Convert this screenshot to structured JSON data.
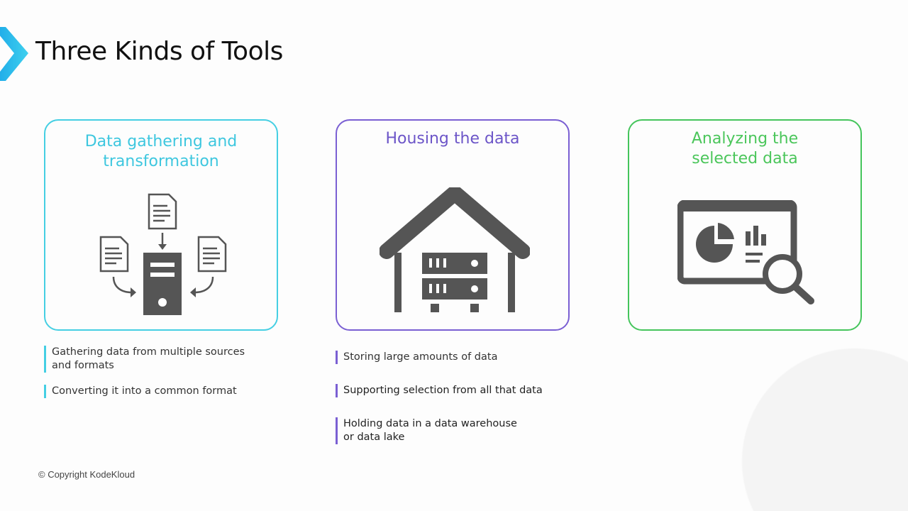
{
  "title": "Three Kinds of Tools",
  "cards": [
    {
      "title_line1": "Data gathering and",
      "title_line2": "transformation",
      "icon": "documents-to-server-icon",
      "bullets": [
        "Gathering data from multiple sources",
        "and formats",
        "Converting it into a common format"
      ]
    },
    {
      "title": "Housing the data",
      "icon": "warehouse-server-icon",
      "bullets": [
        "Storing large amounts of data",
        "Supporting selection from all that data",
        "Holding data in a data warehouse",
        "or data lake"
      ]
    },
    {
      "title_line1": "Analyzing the",
      "title_line2": "selected data",
      "icon": "dashboard-magnifier-icon"
    }
  ],
  "footer": {
    "copyright": "© Copyright KodeKloud"
  },
  "colors": {
    "cyan": "#45cfe3",
    "purple": "#7a5fd3",
    "green": "#45c55c",
    "icon": "#555555"
  }
}
